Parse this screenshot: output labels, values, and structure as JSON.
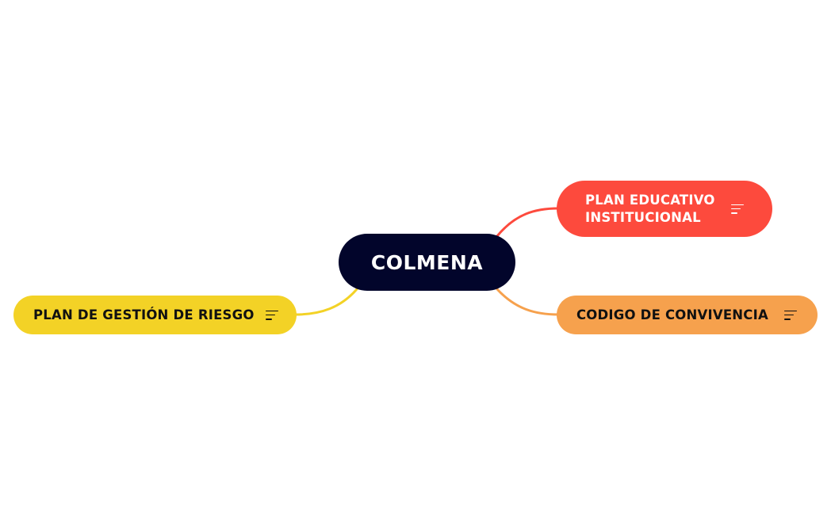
{
  "mindmap": {
    "root": {
      "label": "COLMENA",
      "bg_color": "#02052b",
      "text_color": "#ffffff"
    },
    "branches": [
      {
        "id": "pei",
        "label": "PLAN EDUCATIVO INSTITUCIONAL",
        "bg_color": "#fd4a3d",
        "text_color": "#ffffff",
        "icon": "notes-icon"
      },
      {
        "id": "cdc",
        "label": "CODIGO DE CONVIVENCIA",
        "bg_color": "#f6a14d",
        "text_color": "#111111",
        "icon": "notes-icon"
      },
      {
        "id": "pgr",
        "label": "PLAN DE GESTIÓN DE RIESGO",
        "bg_color": "#f3d226",
        "text_color": "#111111",
        "icon": "notes-icon"
      }
    ]
  }
}
